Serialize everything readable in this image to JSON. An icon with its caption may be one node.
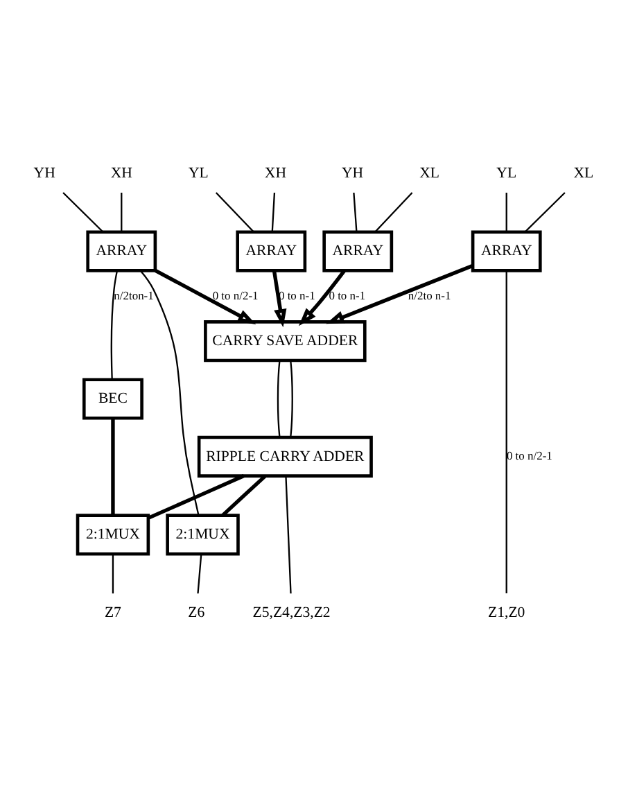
{
  "diagram": {
    "nodes": [
      {
        "text": [
          "YH"
        ]
      },
      {
        "text": [
          "XH"
        ]
      },
      {
        "text": [
          "YH"
        ]
      },
      {
        "text": [
          "XL"
        ]
      },
      {
        "text": [
          "YL"
        ]
      },
      {
        "text": [
          "XH"
        ]
      },
      {
        "text": [
          "YL"
        ]
      },
      {
        "text": [
          "XL"
        ]
      },
      {
        "text": [
          "ARRAY"
        ]
      },
      {
        "text": [
          "ARRAY"
        ]
      },
      {
        "text": [
          "ARRAY"
        ]
      },
      {
        "text": [
          "ARRAY"
        ]
      },
      {
        "text": [
          "BEC"
        ]
      },
      {
        "text": [
          "CARRY SAVE ADDER"
        ]
      },
      {
        "text": [
          "RIPPLE CARRY ADDER"
        ]
      },
      {
        "text": [
          "2:1MUX"
        ]
      },
      {
        "text": [
          "2:1MUX"
        ]
      },
      {
        "text": [
          "Z7"
        ]
      },
      {
        "text": [
          "Z6"
        ]
      },
      {
        "text": [
          "Z5,Z4,Z3,Z2"
        ]
      },
      {
        "text": [
          "Z1,Z0"
        ]
      }
    ],
    "edges": [
      {
        "from": 0,
        "to": 8,
        "arrow": "none"
      },
      {
        "from": 1,
        "to": 8,
        "arrow": "none"
      },
      {
        "from": 2,
        "to": 9,
        "arrow": "none"
      },
      {
        "from": 3,
        "to": 9,
        "arrow": "none"
      },
      {
        "from": 4,
        "to": 10,
        "arrow": "none"
      },
      {
        "from": 5,
        "to": 10,
        "arrow": "none"
      },
      {
        "from": 6,
        "to": 11,
        "arrow": "none"
      },
      {
        "from": 7,
        "to": 11,
        "arrow": "none"
      },
      {
        "from": 9,
        "to": 13,
        "arrow": "to",
        "label": "0 to n-1",
        "style": "thick"
      },
      {
        "from": 10,
        "to": 13,
        "arrow": "to",
        "label": "0 to n-1",
        "style": "thick"
      },
      {
        "from": 8,
        "to": 13,
        "arrow": "to",
        "label": "0 to n/2-1",
        "style": "thick"
      },
      {
        "from": 11,
        "to": 13,
        "arrow": "to",
        "label": "n/2to n-1",
        "style": "thick"
      },
      {
        "from": 8,
        "to": 12,
        "arrow": "none",
        "label": "n/2ton-1"
      },
      {
        "from": 8,
        "to": 16,
        "arrow": "none"
      },
      {
        "from": 11,
        "to": 20,
        "arrow": "none",
        "label": "0 to n/2-1"
      },
      {
        "from": 13,
        "to": 14,
        "arrow": "none"
      },
      {
        "from": 13,
        "to": 14,
        "arrow": "none"
      },
      {
        "from": 12,
        "to": 15,
        "arrow": "none",
        "style": "thick"
      },
      {
        "from": 14,
        "to": 16,
        "arrow": "none",
        "style": "thick"
      },
      {
        "from": 14,
        "to": 15,
        "arrow": "none",
        "style": "thick"
      },
      {
        "from": 15,
        "to": 17,
        "arrow": "none"
      },
      {
        "from": 16,
        "to": 18,
        "arrow": "none"
      },
      {
        "from": 14,
        "to": 19,
        "arrow": "none"
      }
    ]
  }
}
